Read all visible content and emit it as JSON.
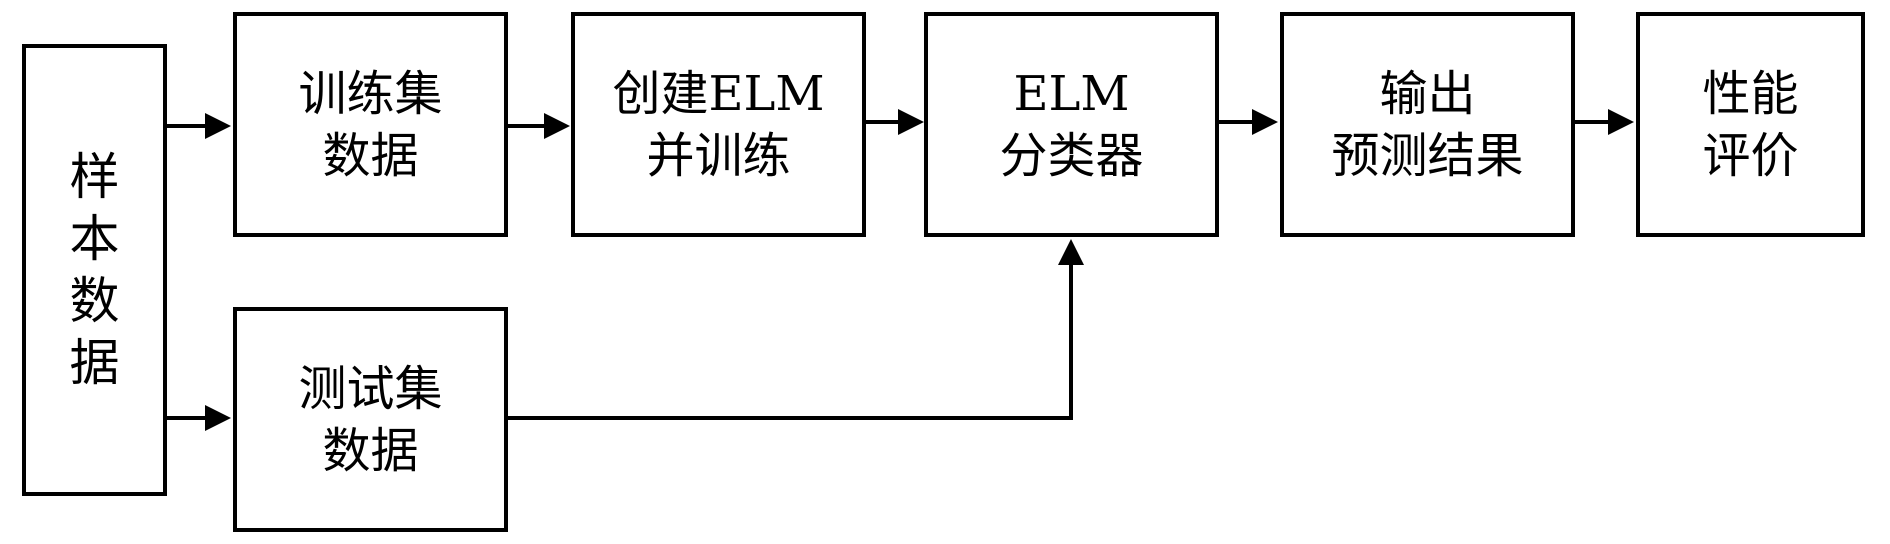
{
  "nodes": {
    "sample": {
      "text": "样本数据"
    },
    "train": {
      "lines": [
        "训练集",
        "数据"
      ]
    },
    "test": {
      "lines": [
        "测试集",
        "数据"
      ]
    },
    "create": {
      "lines": [
        "创建ELM",
        "并训练"
      ]
    },
    "classifier": {
      "lines": [
        "ELM",
        "分类器"
      ]
    },
    "output": {
      "lines": [
        "输出",
        "预测结果"
      ]
    },
    "eval": {
      "lines": [
        "性能",
        "评价"
      ]
    }
  },
  "edges": [
    {
      "from": "sample",
      "to": "train"
    },
    {
      "from": "sample",
      "to": "test"
    },
    {
      "from": "train",
      "to": "create"
    },
    {
      "from": "create",
      "to": "classifier"
    },
    {
      "from": "test",
      "to": "classifier"
    },
    {
      "from": "classifier",
      "to": "output"
    },
    {
      "from": "output",
      "to": "eval"
    }
  ]
}
